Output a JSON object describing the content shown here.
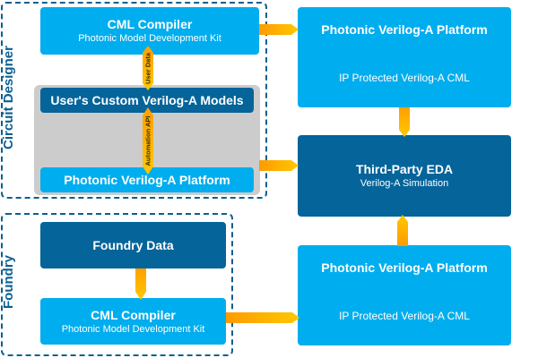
{
  "groups": {
    "circuit_designer": {
      "label": "Circuit Designer"
    },
    "foundry": {
      "label": "Foundry"
    }
  },
  "boxes": {
    "cml_compiler_top": {
      "title": "CML Compiler",
      "subtitle": "Photonic Model Development Kit"
    },
    "custom_models": {
      "title": "User's Custom Verilog-A Models"
    },
    "pva_platform_left": {
      "title": "Photonic Verilog-A Platform"
    },
    "pva_platform_right_top": {
      "title": "Photonic Verilog-A Platform",
      "subtitle": "IP Protected Verilog-A CML"
    },
    "third_party_eda": {
      "title": "Third-Party EDA",
      "subtitle": "Verilog-A Simulation"
    },
    "foundry_data": {
      "title": "Foundry Data"
    },
    "cml_compiler_bottom": {
      "title": "CML Compiler",
      "subtitle": "Photonic Model Development Kit"
    },
    "pva_platform_right_bottom": {
      "title": "Photonic Verilog-A Platform",
      "subtitle": "IP Protected Verilog-A CML"
    }
  },
  "connectors": {
    "user_data": {
      "label": "User Data"
    },
    "automation_api": {
      "label": "Automation API"
    }
  },
  "colors": {
    "light_blue": "#00adee",
    "dark_blue": "#05649a",
    "group_border": "#0b5f91",
    "panel_gray": "#cccccc",
    "arrow_start": "#ff9a00",
    "arrow_end": "#ffc600"
  }
}
